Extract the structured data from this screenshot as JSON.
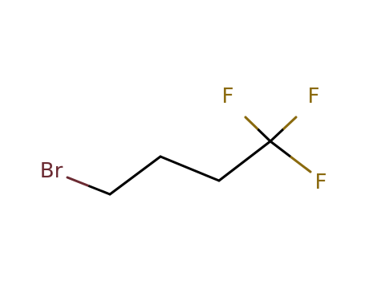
{
  "molecule": {
    "atoms": {
      "br": {
        "symbol": "Br",
        "color": "#6b2a32"
      },
      "f_top_left": {
        "symbol": "F",
        "color": "#8a6a0e"
      },
      "f_top_right": {
        "symbol": "F",
        "color": "#8a6a0e"
      },
      "f_right": {
        "symbol": "F",
        "color": "#8a6a0e"
      }
    },
    "bond_color": "#000000"
  }
}
